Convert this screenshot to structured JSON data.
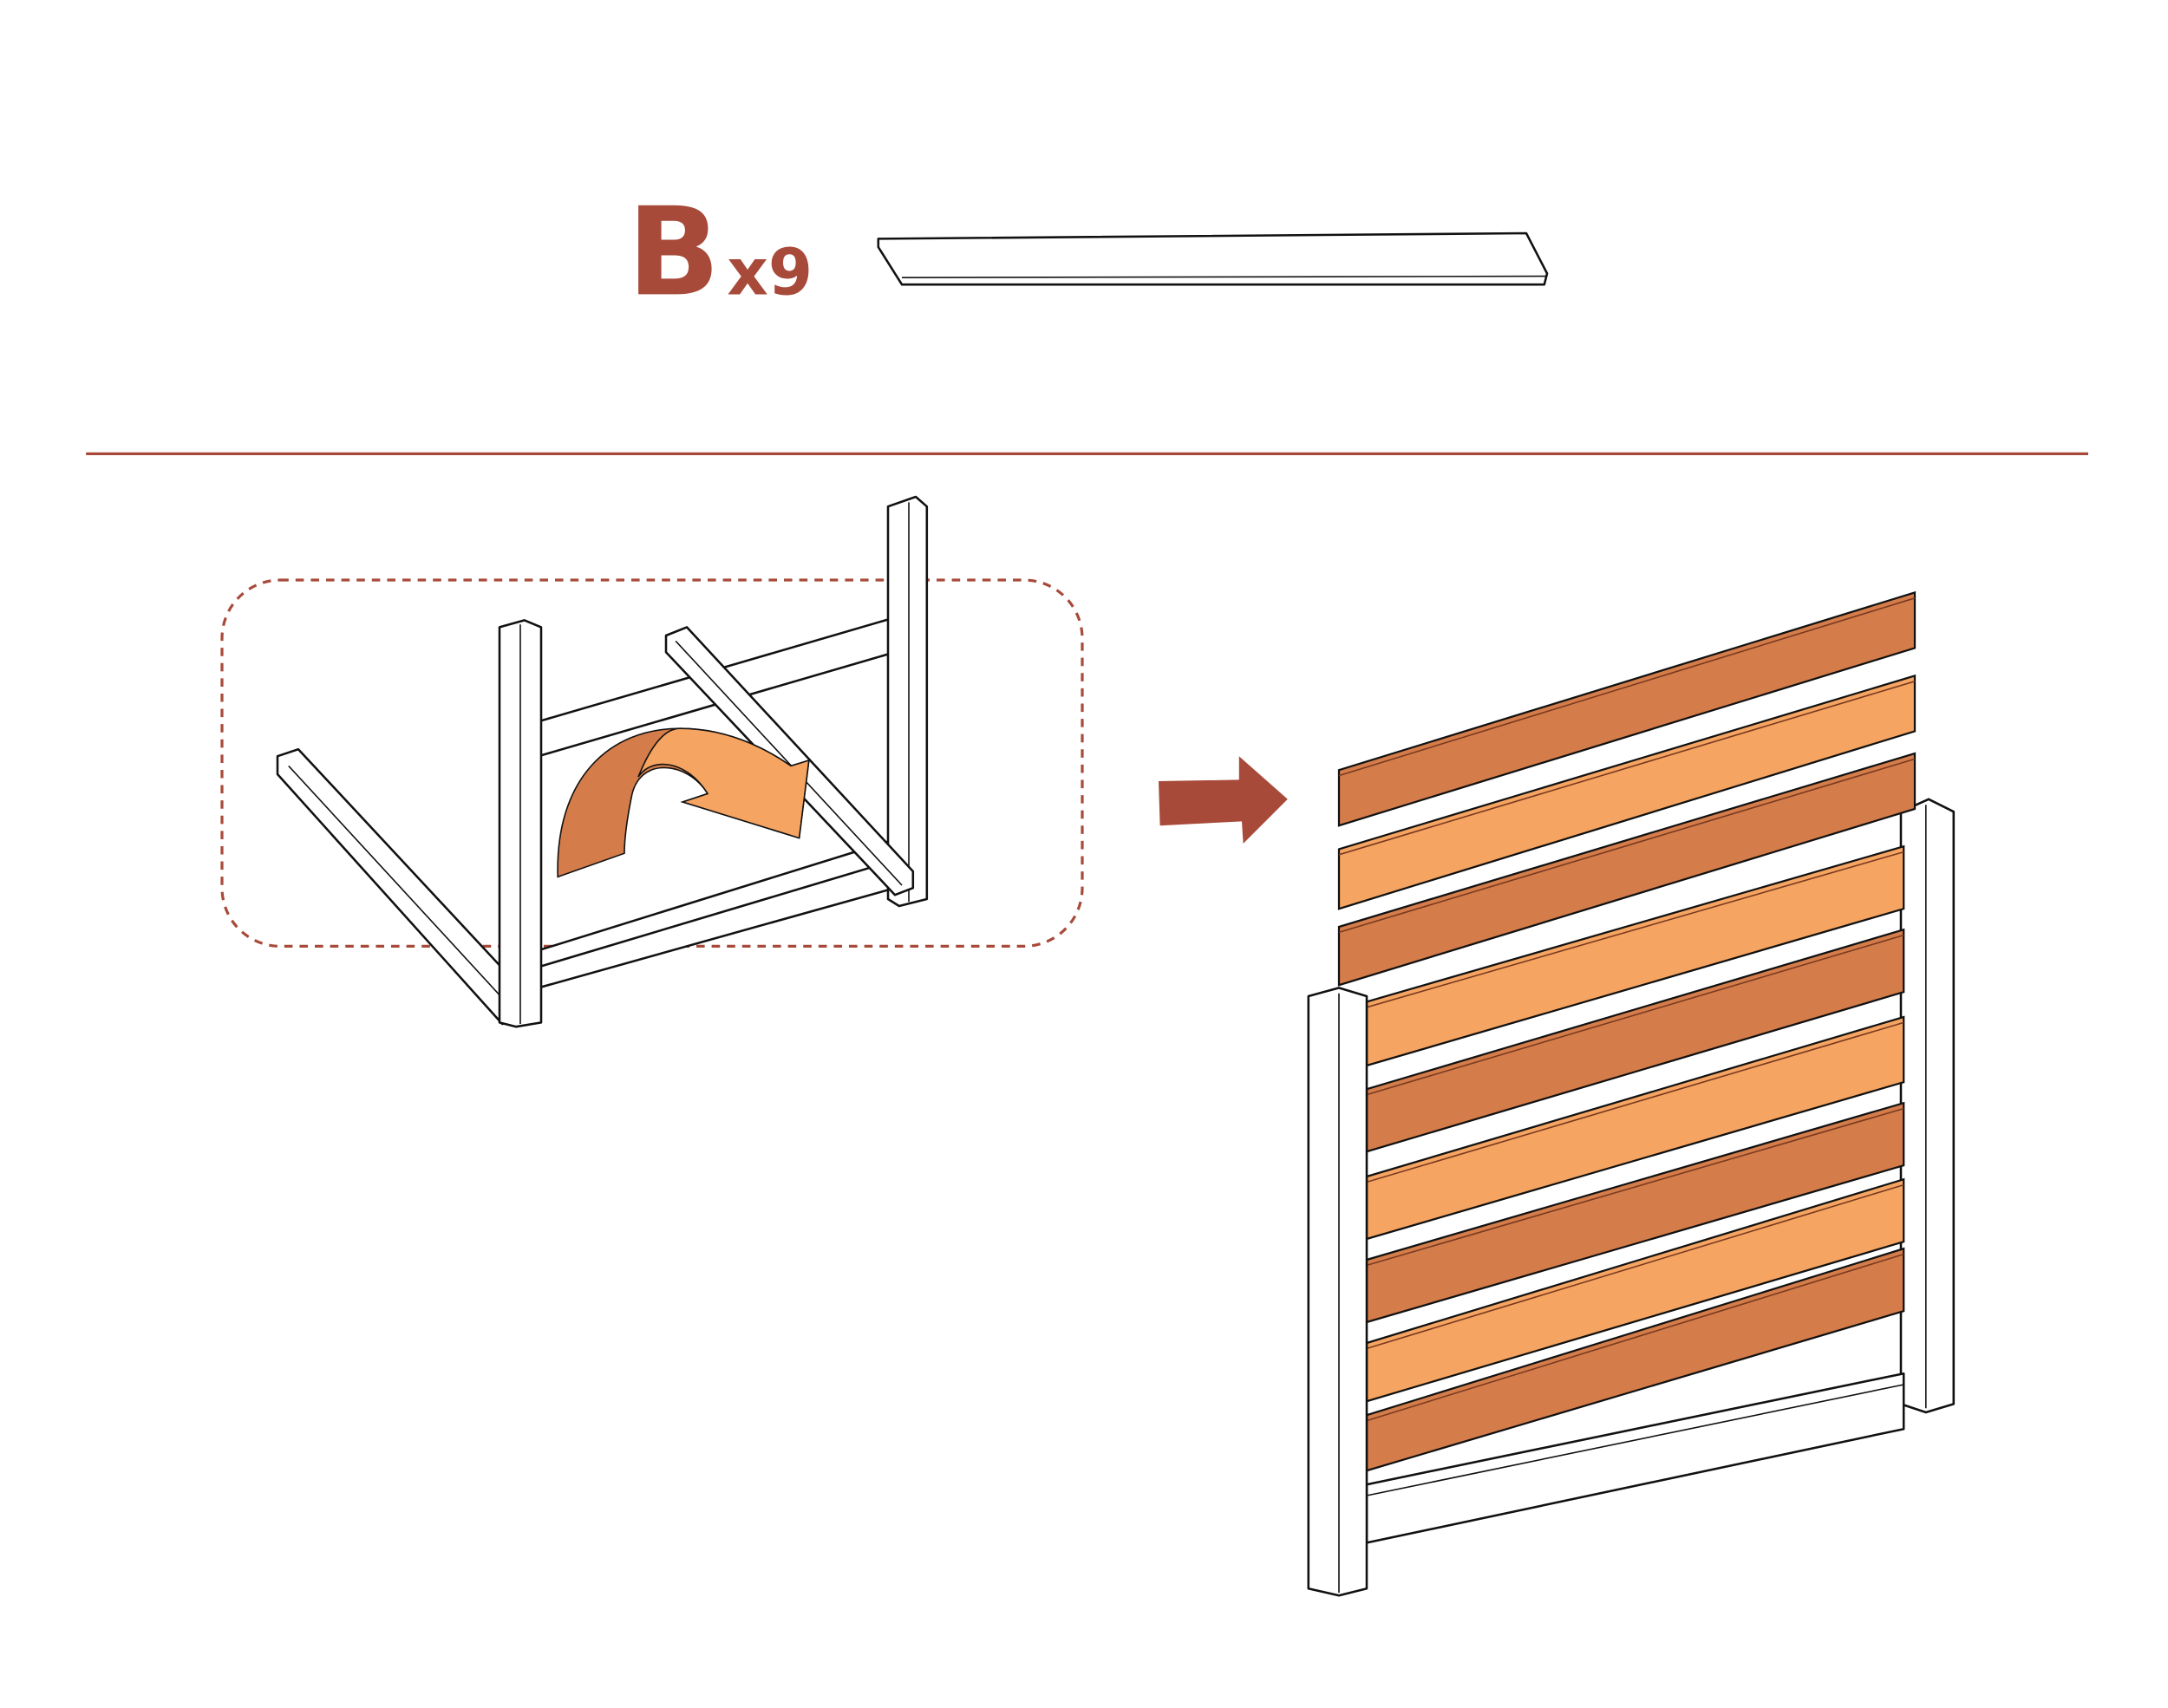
{
  "part": {
    "letter": "B",
    "quantity": "x9"
  },
  "colors": {
    "accent": "#A84A3A",
    "board_dark": "#D47C4A",
    "board_light": "#F5A461",
    "outline": "#111111"
  },
  "icons": [
    "flip-arrow-icon",
    "next-step-arrow-icon"
  ],
  "boards": [
    "dark",
    "light",
    "dark",
    "light",
    "dark",
    "light",
    "dark",
    "light",
    "dark"
  ]
}
